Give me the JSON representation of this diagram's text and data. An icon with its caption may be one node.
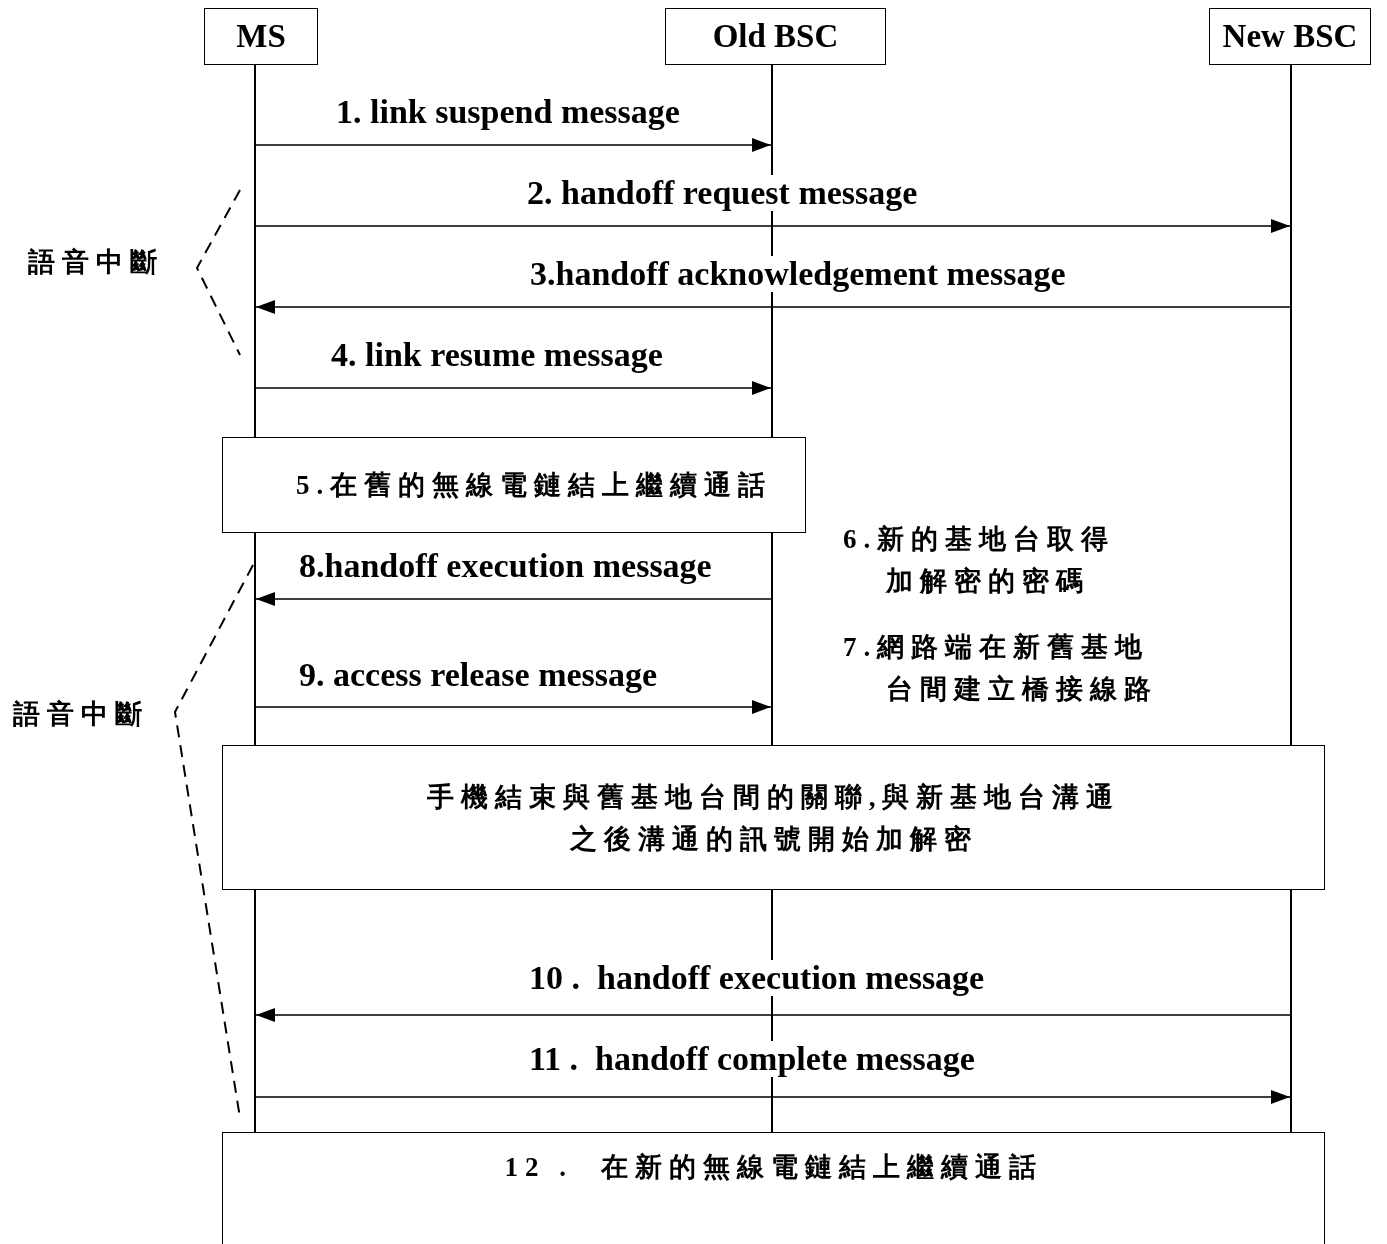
{
  "diagram": {
    "nodes": [
      {
        "text": [
          "MS"
        ]
      },
      {
        "text": [
          "Old BSC"
        ]
      },
      {
        "text": [
          "New BSC"
        ]
      },
      {
        "text": [],
        "shape": "bar"
      },
      {
        "text": [],
        "shape": "bar"
      },
      {
        "text": [],
        "shape": "bar"
      },
      {
        "text": [],
        "shape": "bar"
      },
      {
        "text": [],
        "shape": "bar"
      },
      {
        "text": [],
        "shape": "bar"
      },
      {
        "text": [],
        "shape": "bar"
      },
      {
        "text": [],
        "shape": "bar"
      },
      {
        "text": [
          "5.在舊的無線電鏈結上繼續通話"
        ]
      },
      {
        "text": [
          "手機結束與舊基地台間的關聯,與新基地台溝通之後溝通的訊號開始加解密"
        ]
      },
      {
        "text": [
          "12 .  在新的無線電鏈結上繼續通話"
        ]
      }
    ],
    "edges": [
      {
        "from": 3,
        "to": 4,
        "arrow": "to",
        "label": "1. link suspend message"
      },
      {
        "from": 3,
        "to": 5,
        "arrow": "to",
        "label": "2. handoff request message"
      },
      {
        "from": 5,
        "to": 3,
        "arrow": "to",
        "label": "3.handoff acknowledgement message"
      },
      {
        "from": 3,
        "to": 4,
        "arrow": "to",
        "label": "4. link resume message"
      },
      {
        "from": 7,
        "to": 6,
        "arrow": "to",
        "label": "8.handoff execution message"
      },
      {
        "from": 6,
        "to": 7,
        "arrow": "to",
        "label": "9. access release message"
      },
      {
        "from": 10,
        "to": 8,
        "arrow": "to",
        "label": "10 .  handoff execution message"
      },
      {
        "from": 8,
        "to": 10,
        "arrow": "to",
        "label": "11 .  handoff complete message"
      }
    ],
    "labels": [
      "語音中斷",
      "6.新的基地台取得加解密的密碼",
      "7.網路端在新舊基地台間建立橋接線路",
      "語音中斷"
    ]
  }
}
